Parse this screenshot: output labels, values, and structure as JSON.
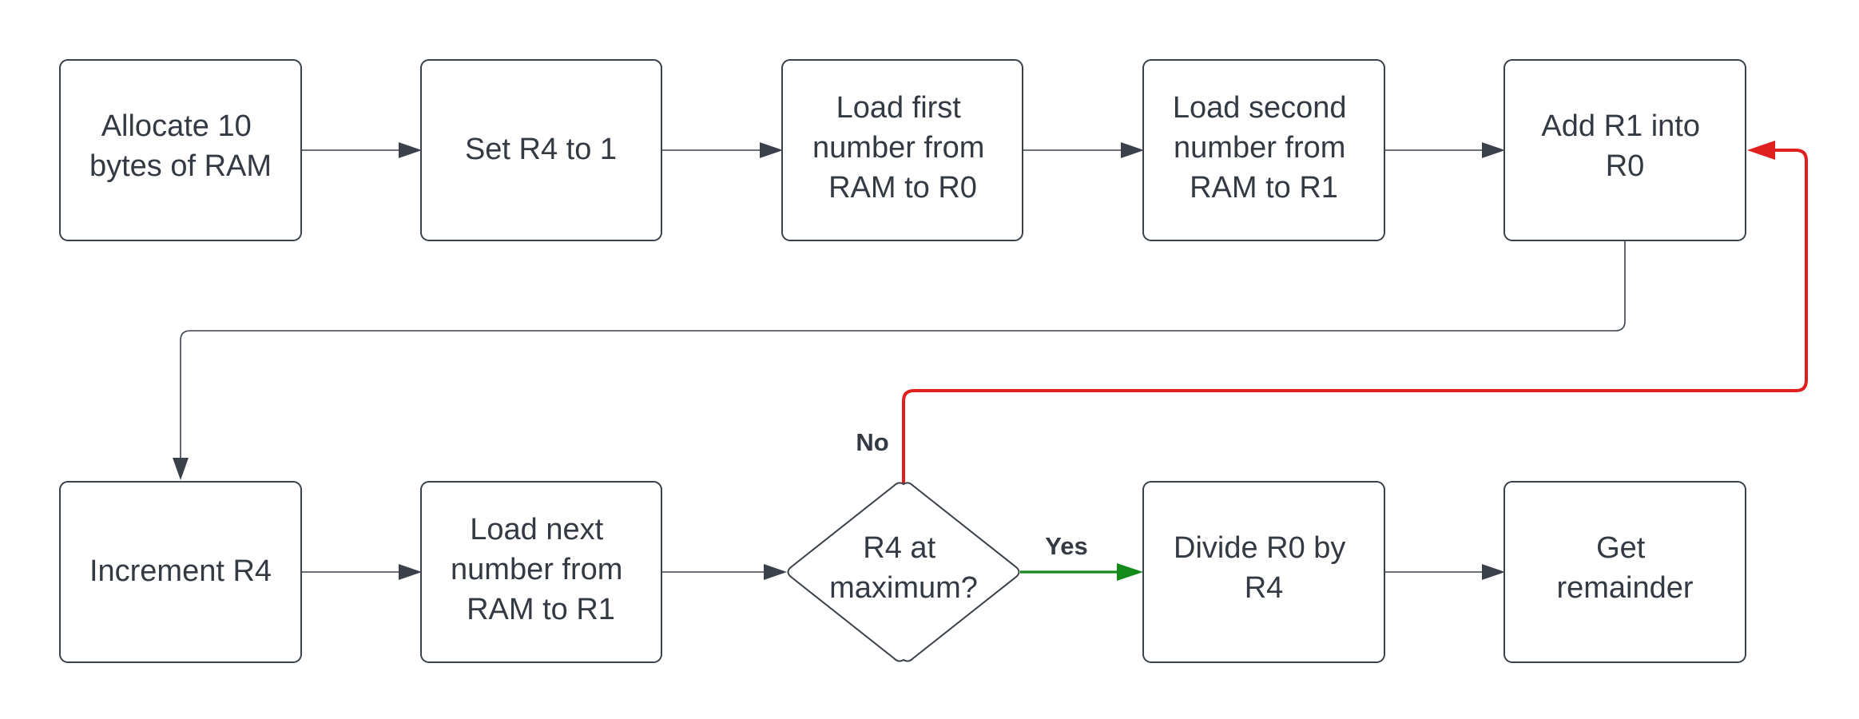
{
  "nodes": {
    "n1": {
      "lines": [
        "Allocate 10",
        "bytes of RAM"
      ]
    },
    "n2": {
      "lines": [
        "Set R4 to 1"
      ]
    },
    "n3": {
      "lines": [
        "Load first",
        "number from",
        "RAM to R0"
      ]
    },
    "n4": {
      "lines": [
        "Load second",
        "number from",
        "RAM to R1"
      ]
    },
    "n5": {
      "lines": [
        "Add R1 into",
        "R0"
      ]
    },
    "n6": {
      "lines": [
        "Increment R4"
      ]
    },
    "n7": {
      "lines": [
        "Load next",
        "number from",
        "RAM to R1"
      ]
    },
    "n8": {
      "lines": [
        "R4 at",
        "maximum?"
      ]
    },
    "n9": {
      "lines": [
        "Divide R0 by",
        "R4"
      ]
    },
    "n10": {
      "lines": [
        "Get",
        "remainder"
      ]
    }
  },
  "edges": {
    "no_label": "No",
    "yes_label": "Yes"
  },
  "colors": {
    "stroke": "#3a414a",
    "text": "#333a44",
    "no_edge": "#e0201f",
    "yes_edge": "#148a1a"
  }
}
